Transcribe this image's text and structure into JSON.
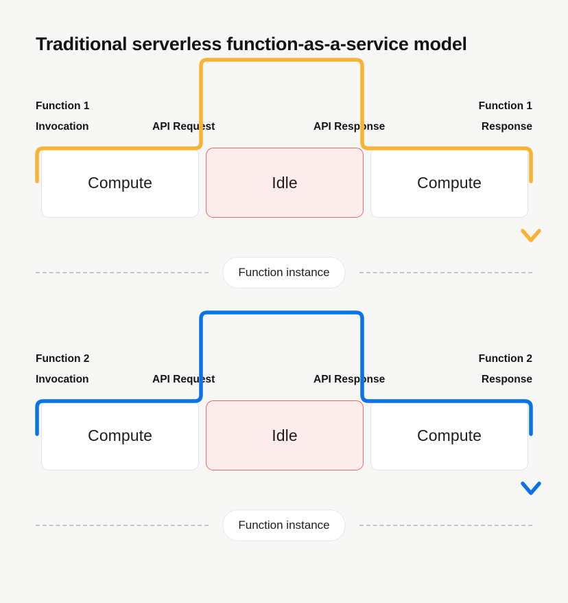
{
  "title": "Traditional serverless function-as-a-service model",
  "colors": {
    "background": "#f7f7f5",
    "bracket_row1": "#f9b233",
    "bracket_row2": "#0b72e7",
    "idle_fill": "#fdecec",
    "idle_border": "#e8656a",
    "compute_fill": "#ffffff",
    "compute_border": "#e3e3e3",
    "dash_line": "#c4c4c4",
    "text": "#141414"
  },
  "flows": [
    {
      "id": "function-1",
      "accent": "#f9b233",
      "labels": {
        "invocation_line1": "Function 1",
        "invocation_line2": "Invocation",
        "api_request": "API Request",
        "api_response": "API Response",
        "response_line1": "Function 1",
        "response_line2": "Response"
      },
      "boxes": [
        {
          "label": "Compute",
          "state": "compute"
        },
        {
          "label": "Idle",
          "state": "idle"
        },
        {
          "label": "Compute",
          "state": "compute"
        }
      ],
      "instance_label": "Function instance"
    },
    {
      "id": "function-2",
      "accent": "#0b72e7",
      "labels": {
        "invocation_line1": "Function 2",
        "invocation_line2": "Invocation",
        "api_request": "API Request",
        "api_response": "API Response",
        "response_line1": "Function 2",
        "response_line2": "Response"
      },
      "boxes": [
        {
          "label": "Compute",
          "state": "compute"
        },
        {
          "label": "Idle",
          "state": "idle"
        },
        {
          "label": "Compute",
          "state": "compute"
        }
      ],
      "instance_label": "Function instance"
    }
  ]
}
